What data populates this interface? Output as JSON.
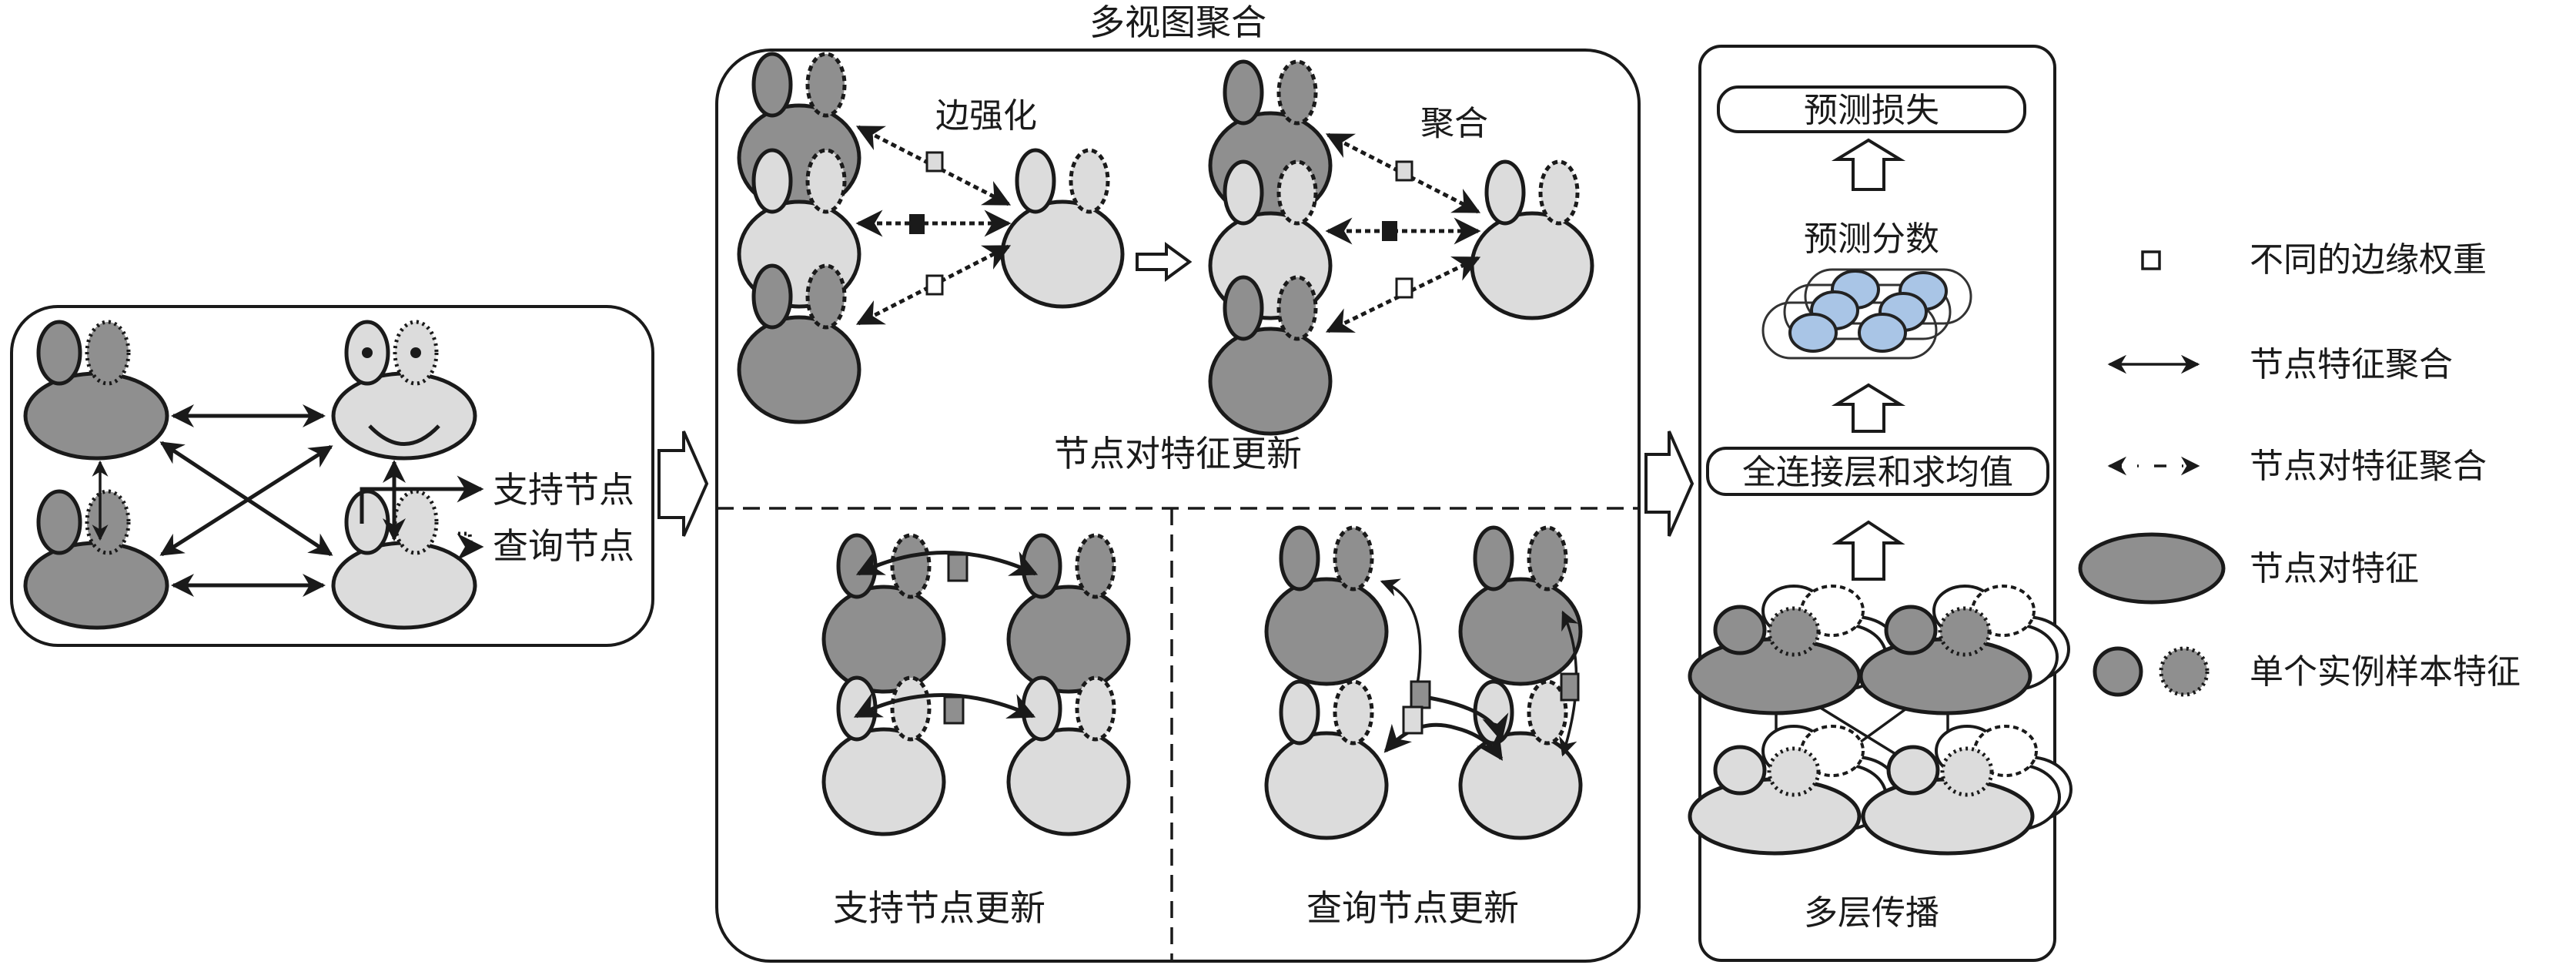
{
  "figure": {
    "left_panel": {
      "support_label": "支持节点",
      "query_label": "查询节点"
    },
    "middle_panel": {
      "title": "多视图聚合",
      "edge_enhance_label": "边强化",
      "aggregate_label": "聚合",
      "node_pair_update_label": "节点对特征更新",
      "support_update_label": "支持节点更新",
      "query_update_label": "查询节点更新"
    },
    "right_panel": {
      "loss_label": "预测损失",
      "score_label": "预测分数",
      "fc_label": "全连接层和求均值",
      "propagation_label": "多层传播"
    },
    "legend": [
      {
        "icon": "square-edge-weight-icon",
        "label": "不同的边缘权重"
      },
      {
        "icon": "double-arrow-icon",
        "label": "节点特征聚合"
      },
      {
        "icon": "dashed-double-arrow-icon",
        "label": "节点对特征聚合"
      },
      {
        "icon": "ellipse-node-pair-icon",
        "label": "节点对特征"
      },
      {
        "icon": "instance-circles-icon",
        "label": "单个实例样本特征"
      }
    ],
    "colors": {
      "dark_node": "#8f8f8f",
      "light_node": "#dcdcdc",
      "score_blue": "#a9c5e6",
      "stroke": "#1a1a1a"
    }
  }
}
